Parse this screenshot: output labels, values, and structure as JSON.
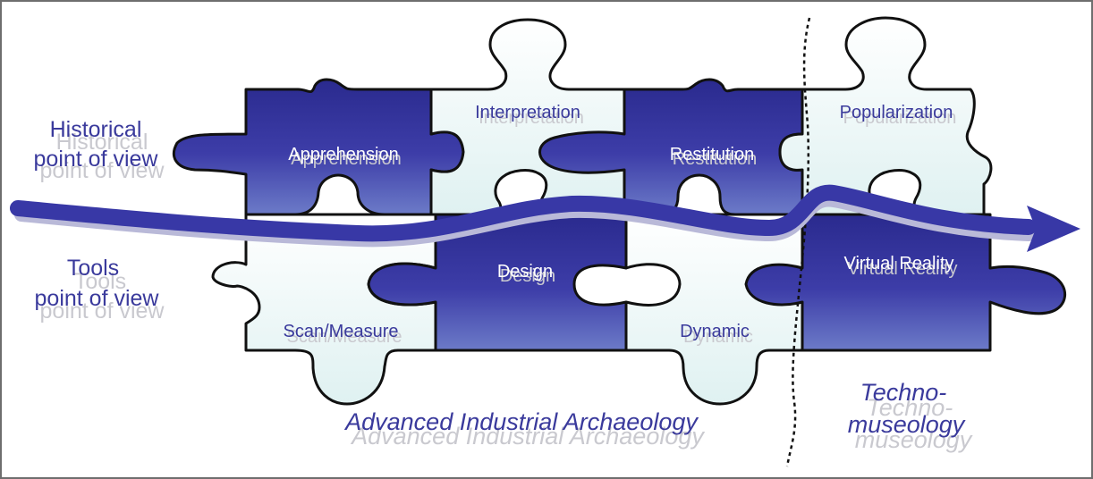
{
  "pieces": {
    "apprehension": "Apprehension",
    "interpretation": "Interpretation",
    "restitution": "Restitution",
    "popularization": "Popularization",
    "scan_measure": "Scan/Measure",
    "design": "Design",
    "dynamic": "Dynamic",
    "virtual_reality": "Virtual Reality"
  },
  "side_labels": {
    "historical_line1": "Historical",
    "historical_line2": "point of view",
    "tools_line1": "Tools",
    "tools_line2": "point of view"
  },
  "footer": {
    "advanced": "Advanced Industrial Archaeology",
    "techno_line1": "Techno-",
    "techno_line2": "museology"
  },
  "colors": {
    "dark_piece": "#2e2e95",
    "light_piece": "#eef6f6",
    "arrow": "#3838a6",
    "text_dark": "#3a3a9c"
  }
}
